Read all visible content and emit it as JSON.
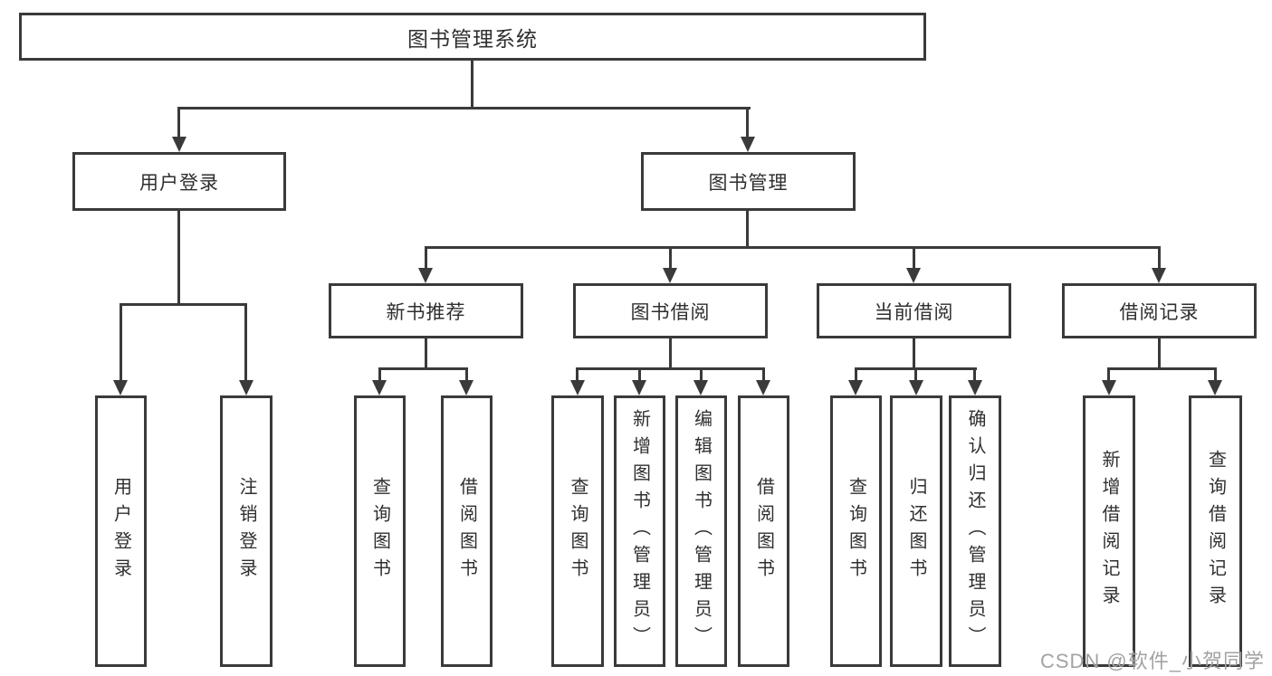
{
  "diagram": {
    "title": "图书管理系统",
    "nodes": {
      "root": "图书管理系统",
      "level2": [
        "用户登录",
        "图书管理"
      ],
      "level3": [
        "新书推荐",
        "图书借阅",
        "当前借阅",
        "借阅记录"
      ],
      "user_login_children": [
        "用户登录",
        "注销登录"
      ],
      "new_book_children": [
        "查询图书",
        "借阅图书"
      ],
      "book_borrow_children": [
        "查询图书",
        "新增图书（管理员）",
        "编辑图书（管理员）",
        "借阅图书"
      ],
      "current_borrow_children": [
        "查询图书",
        "归还图书",
        "确认归还（管理员）"
      ],
      "borrow_record_children": [
        "新增借阅记录",
        "查询借阅记录"
      ]
    },
    "colors": {
      "line": "#3a3a3a",
      "text": "#2f2f2f",
      "background": "#ffffff",
      "watermark": "#a2a2a2"
    }
  },
  "watermark": "CSDN @软件_小贺同学"
}
